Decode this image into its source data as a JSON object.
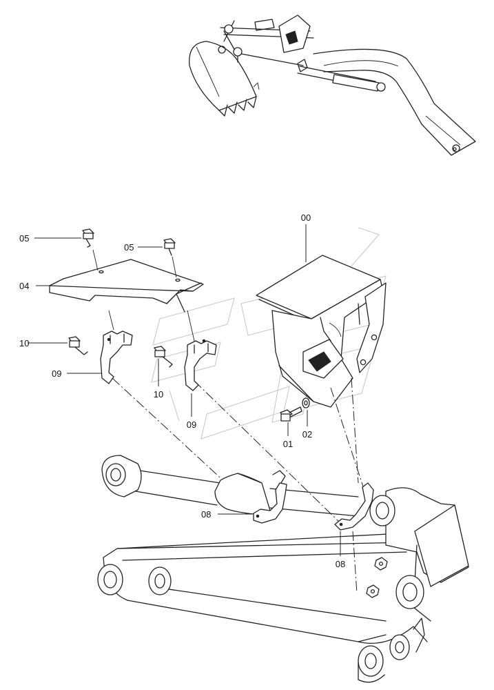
{
  "callouts": {
    "c00": "00",
    "c01": "01",
    "c02": "02",
    "c04": "04",
    "c05a": "05",
    "c05b": "05",
    "c08a": "08",
    "c08b": "08",
    "c09a": "09",
    "c09b": "09",
    "c10a": "10",
    "c10b": "10"
  }
}
